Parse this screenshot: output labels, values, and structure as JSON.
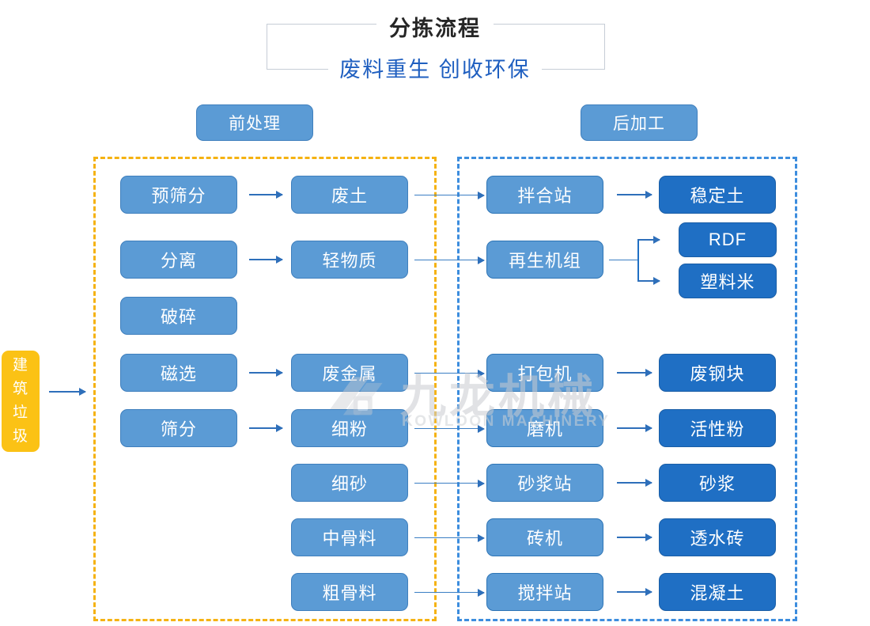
{
  "title": {
    "main": "分拣流程",
    "sub": "废料重生 创收环保"
  },
  "sections": {
    "pre_label": "前处理",
    "post_label": "后加工"
  },
  "source": {
    "label": "建筑垃圾"
  },
  "colors": {
    "node_light": "#5b9bd5",
    "node_dark": "#1f6fc4",
    "source_yellow": "#fbc215",
    "region_pre_border": "#f5b212",
    "region_post_border": "#3c8dde",
    "arrow": "#2e6fba",
    "title_main": "#262626",
    "title_sub": "#1f5fc0"
  },
  "columns": {
    "process": [
      {
        "label": "预筛分"
      },
      {
        "label": "分离"
      },
      {
        "label": "破碎"
      },
      {
        "label": "磁选"
      },
      {
        "label": "筛分"
      }
    ],
    "material": [
      {
        "label": "废土"
      },
      {
        "label": "轻物质"
      },
      {
        "label": "废金属"
      },
      {
        "label": "细粉"
      },
      {
        "label": "细砂"
      },
      {
        "label": "中骨料"
      },
      {
        "label": "粗骨料"
      }
    ],
    "equipment": [
      {
        "label": "拌合站"
      },
      {
        "label": "再生机组"
      },
      {
        "label": "打包机"
      },
      {
        "label": "磨机"
      },
      {
        "label": "砂浆站"
      },
      {
        "label": "砖机"
      },
      {
        "label": "搅拌站"
      }
    ],
    "product": [
      {
        "label": "稳定土"
      },
      {
        "label": "RDF"
      },
      {
        "label": "塑料米"
      },
      {
        "label": "废钢块"
      },
      {
        "label": "活性粉"
      },
      {
        "label": "砂浆"
      },
      {
        "label": "透水砖"
      },
      {
        "label": "混凝土"
      }
    ]
  },
  "watermark": {
    "text": "九龙机械",
    "sub": "KOWLOON MACHINERY"
  }
}
